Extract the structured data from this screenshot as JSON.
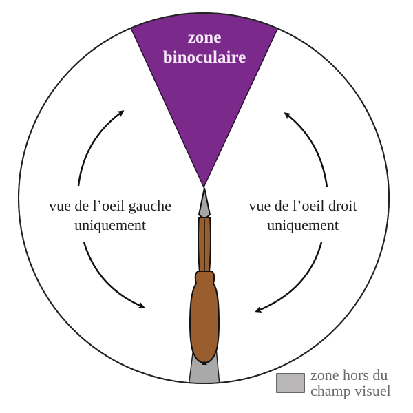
{
  "diagram": {
    "binocular_zone": {
      "label_line1": "zone",
      "label_line2": "binoculaire",
      "color": "#7b2a8c",
      "text_color": "#f6e9f6"
    },
    "left_eye": {
      "label_line1": "vue de l’oeil gauche",
      "label_line2": "uniquement"
    },
    "right_eye": {
      "label_line1": "vue de l’oeil droit",
      "label_line2": "uniquement"
    },
    "legend": {
      "label_line1": "zone hors du",
      "label_line2": "champ visuel",
      "swatch_color": "#b8b6b6"
    },
    "bird": {
      "body_color": "#9a5e2e",
      "beak_color": "#a6a6a6"
    },
    "blind_zone_color": "#a9a9a9"
  }
}
